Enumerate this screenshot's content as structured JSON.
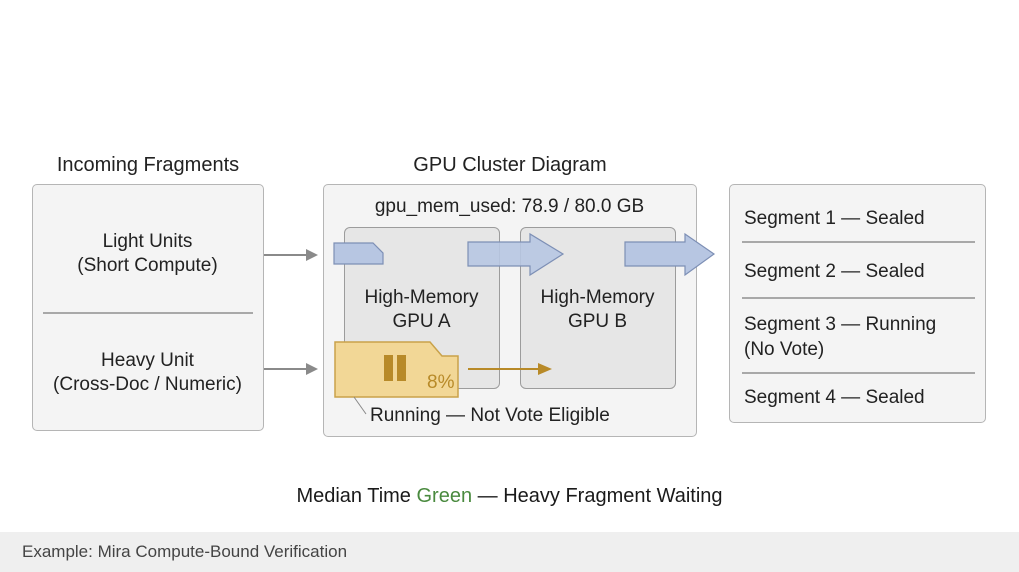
{
  "incoming": {
    "title": "Incoming Fragments",
    "light": {
      "line1": "Light Units",
      "line2": "(Short Compute)"
    },
    "heavy": {
      "line1": "Heavy Unit",
      "line2": "(Cross-Doc / Numeric)"
    }
  },
  "cluster": {
    "title": "GPU Cluster Diagram",
    "memory_label": "gpu_mem_used: 78.9 / 80.0 GB",
    "memory_used_gb": 78.9,
    "memory_total_gb": 80.0,
    "gpu_a": {
      "line1": "High-Memory",
      "line2": "GPU A"
    },
    "gpu_b": {
      "line1": "High-Memory",
      "line2": "GPU B"
    },
    "heavy_fragment": {
      "progress_label": "8%",
      "progress": 0.08,
      "state_icon": "pause-icon"
    },
    "status_label": "Running — Not Vote Eligible"
  },
  "segments": [
    {
      "label": "Segment 1 — Sealed"
    },
    {
      "label": "Segment 2 — Sealed"
    },
    {
      "line1": "Segment 3 — Running",
      "line2": "(No Vote)"
    },
    {
      "label": "Segment 4 — Sealed"
    }
  ],
  "caption": {
    "prefix": "Median Time ",
    "highlight": "Green",
    "suffix": " — Heavy Fragment Waiting"
  },
  "footer": {
    "text": "Example: Mira Compute-Bound Verification"
  },
  "colors": {
    "flow_arrow_fill": "#b7c6e2",
    "flow_arrow_stroke": "#7d8fb5",
    "heavy_fragment_fill": "#f2d796",
    "heavy_fragment_stroke": "#c9a24a",
    "pause_icon": "#b88a28",
    "progress_text": "#b88a28",
    "highlight_green": "#4a8a3f"
  }
}
